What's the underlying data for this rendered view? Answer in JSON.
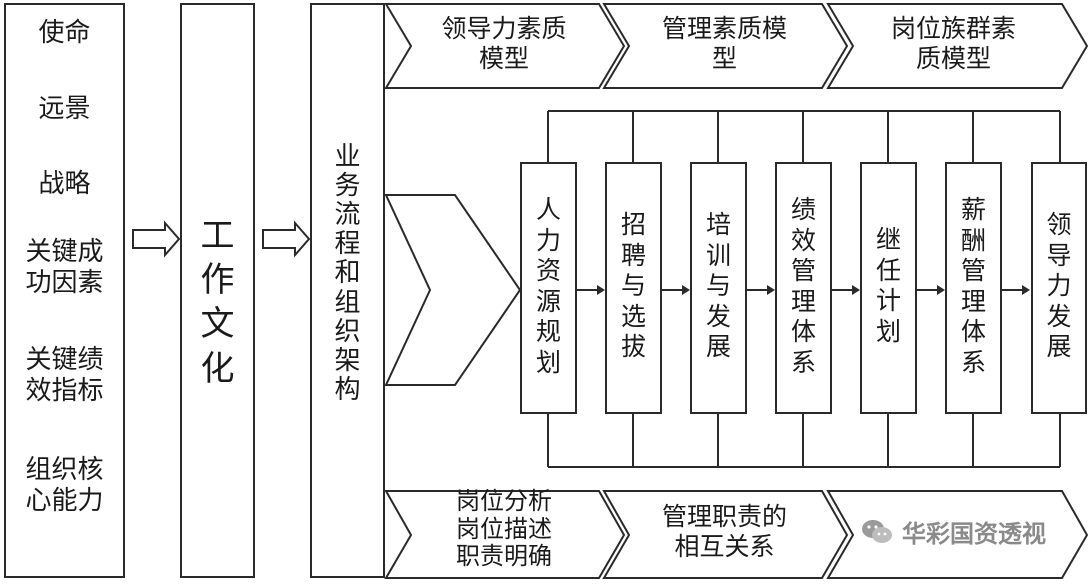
{
  "left_column": {
    "items": [
      "使命",
      "远景",
      "战略",
      "关键成\n功因素",
      "关键绩\n效指标",
      "组织核\n心能力"
    ]
  },
  "culture_box": {
    "label": "工作文化"
  },
  "process_box": {
    "label": "业务流程和组织架构"
  },
  "top_chevrons": [
    "领导力素质\n模型",
    "管理素质模\n型",
    "岗位族群素\n质模型"
  ],
  "bottom_chevrons": [
    "岗位分析\n岗位描述\n职责明确",
    "管理职责的\n相互关系",
    ""
  ],
  "hr_boxes": [
    "人力资源规划",
    "招聘与选拔",
    "培训与发展",
    "绩效管理体系",
    "继任计划",
    "薪酬管理体系",
    "领导力发展"
  ],
  "watermark": {
    "text": "华彩国资透视"
  }
}
